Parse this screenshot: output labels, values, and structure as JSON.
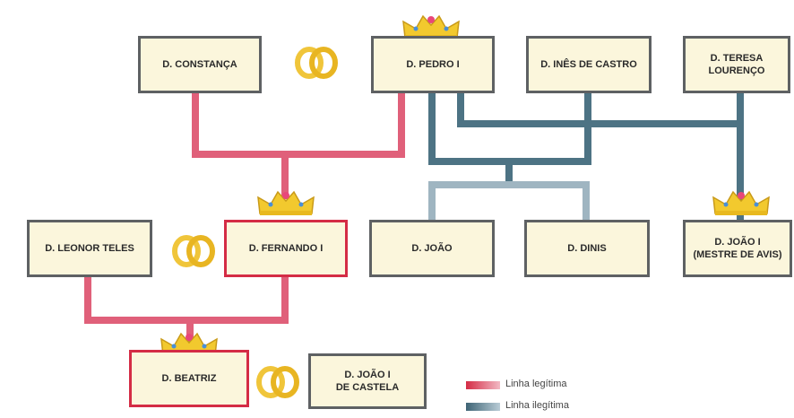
{
  "people": {
    "constanca": "D. CONSTANÇA",
    "pedro": "D. PEDRO I",
    "ines": "D. INÊS DE CASTRO",
    "teresa": "D. TERESA\nLOURENÇO",
    "leonor": "D. LEONOR TELES",
    "fernando": "D. FERNANDO I",
    "joao_ines": "D. JOÃO",
    "dinis": "D. DINIS",
    "joao_avis": "D. JOÃO I\n(MESTRE DE AVIS)",
    "beatriz": "D. BEATRIZ",
    "joao_castela": "D. JOÃO I\nDE CASTELA"
  },
  "legend": {
    "legitimate": "Linha legítima",
    "illegitimate": "Linha ilegítima"
  },
  "colors": {
    "legitimate_line": "#e0607a",
    "illegitimate_line": "#4d7384",
    "illegitimate_light": "#9fb5c1",
    "crown": "#f2c92e",
    "rings": "#f0c53a",
    "box_fill": "#fbf6dc"
  },
  "icons": [
    "crown-icon",
    "wedding-rings-icon"
  ]
}
